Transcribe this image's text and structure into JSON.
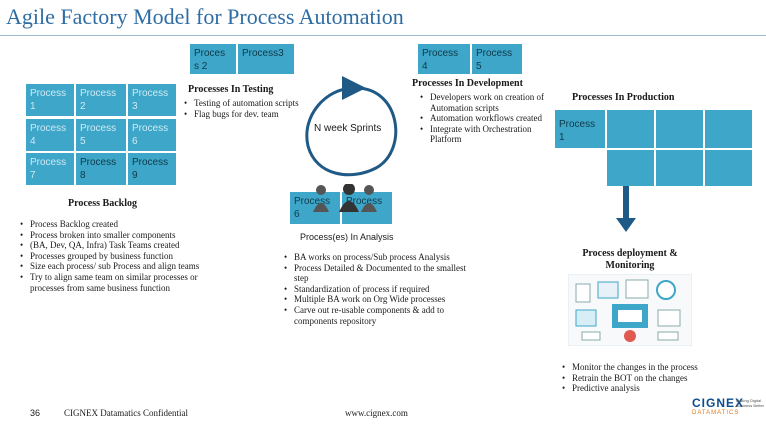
{
  "title": "Agile Factory Model for Process Automation",
  "backlog_grid": [
    {
      "name": "Process",
      "num": "1"
    },
    {
      "name": "Process",
      "num": "2"
    },
    {
      "name": "Process",
      "num": "3"
    },
    {
      "name": "Process",
      "num": "4"
    },
    {
      "name": "Process",
      "num": "5"
    },
    {
      "name": "Process",
      "num": "6"
    },
    {
      "name": "Process",
      "num": "7"
    },
    {
      "name": "Process",
      "num": "8"
    },
    {
      "name": "Process",
      "num": "9"
    }
  ],
  "testing_cells": {
    "p2_line1": "Proces",
    "p2_line2": "s 2",
    "p3": "Process3"
  },
  "dev_cells": {
    "p4_name": "Process",
    "p4_num": "4",
    "p5_name": "Process",
    "p5_num": "5"
  },
  "analysis_cells": {
    "p6_name": "Process",
    "p6_num": "6",
    "overlap": "Process"
  },
  "production_cell": {
    "name": "Process",
    "num": "1"
  },
  "testing": {
    "heading": "Processes In Testing",
    "items": [
      "Testing of automation scripts",
      "Flag bugs for dev. team"
    ]
  },
  "sprint_label": "N week Sprints",
  "development": {
    "heading": "Processes In Development",
    "items": [
      "Developers work on creation of Automation scripts",
      "Automation workflows created",
      "Integrate with Orchestration Platform"
    ]
  },
  "production": {
    "heading": "Processes In Production"
  },
  "backlog": {
    "heading": "Process Backlog",
    "items": [
      "Process Backlog created",
      "Process broken into smaller components",
      "(BA, Dev, QA, Infra) Task Teams created",
      "Processes grouped by business function",
      "Size each process/ sub Process and align teams",
      "Try to align same team on similar processes or processes from same business function"
    ]
  },
  "analysis": {
    "heading": "Process(es) In Analysis",
    "items": [
      "BA works on process/Sub process Analysis",
      "Process Detailed & Documented to the smallest step",
      "Standardization of process if required",
      "Multiple BA work on Org Wide processes",
      "Carve out re-usable components & add to components repository"
    ]
  },
  "monitoring": {
    "heading": "Process deployment & Monitoring",
    "items": [
      "Monitor the changes in the process",
      "Retrain the BOT on the changes",
      "Predictive analysis"
    ]
  },
  "footer": {
    "page": "36",
    "confidential": "CIGNEX Datamatics Confidential",
    "url": "www.cignex.com",
    "logo": "CIGNEX",
    "logo_sub": "DATAMATICS",
    "tagline": "Making Digital Business Better"
  },
  "colors": {
    "accent": "#3ea6c8",
    "title": "#2e6da4",
    "arrow": "#1f5a86"
  }
}
